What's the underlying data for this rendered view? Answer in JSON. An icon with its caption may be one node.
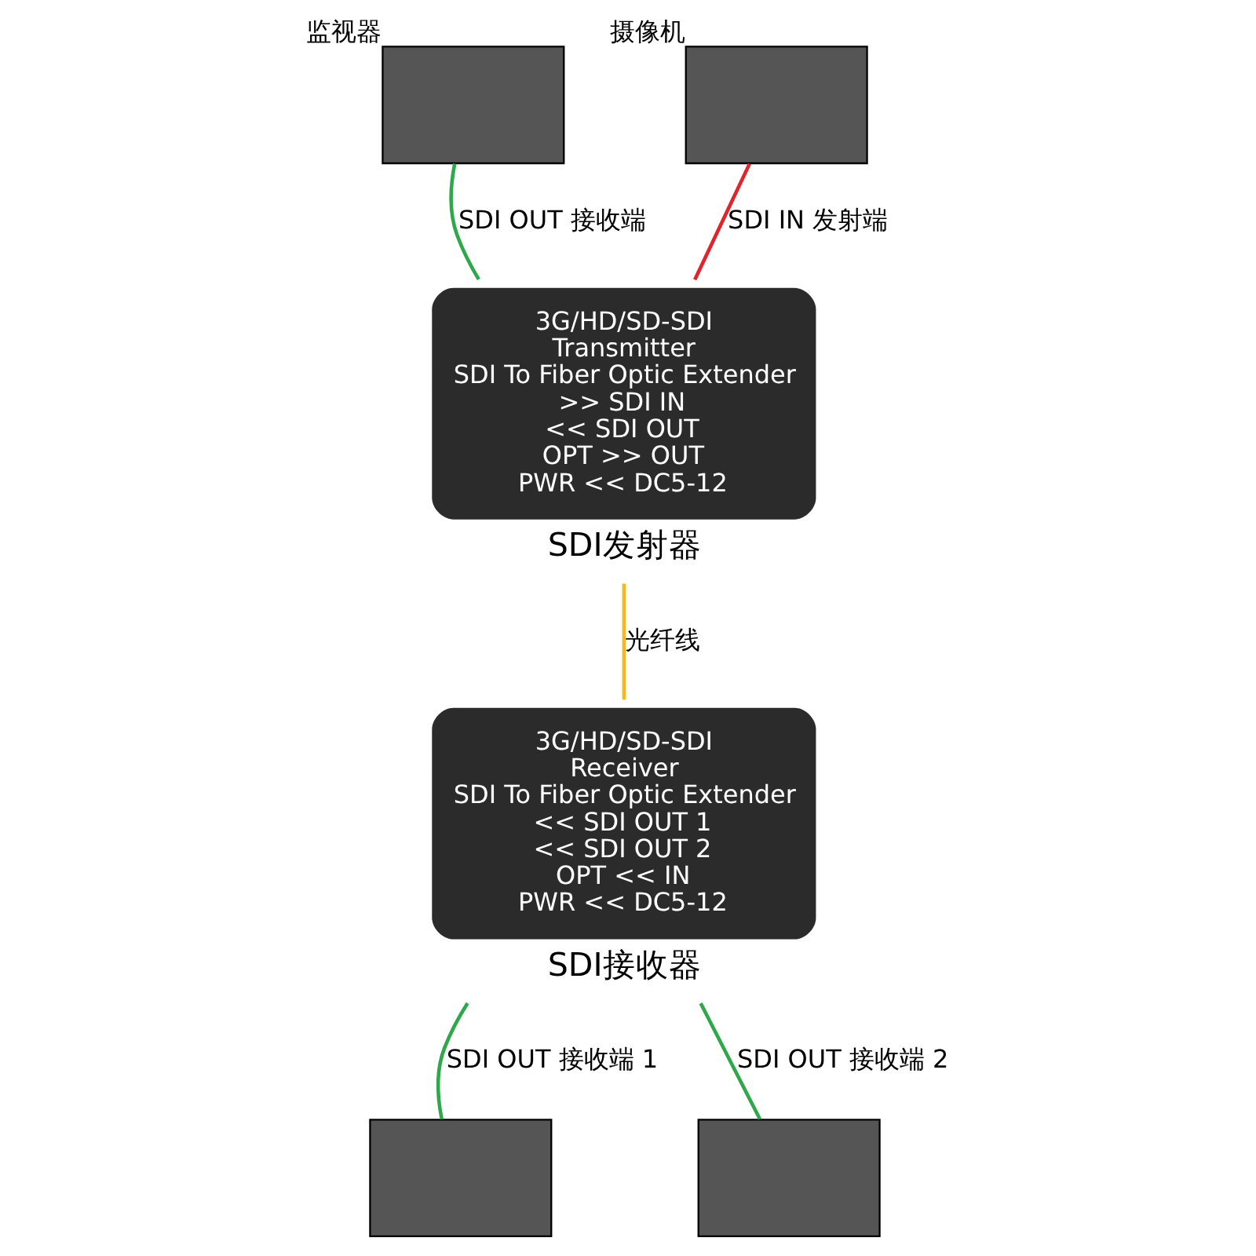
{
  "diagram": {
    "nodes": [
      {
        "text": [],
        "shape": "box",
        "beside": [
          "监视器"
        ]
      },
      {
        "text": [],
        "shape": "box",
        "beside": [
          "摄像机"
        ]
      },
      {
        "text": [
          "3G/HD/SD-SDI",
          "Transmitter",
          "SDI To Fiber Optic Extender",
          ">> SDI IN",
          "<< SDI OUT",
          "OPT >> OUT",
          "PWR << DC5-12"
        ],
        "beside": [
          "SDI发射器"
        ]
      },
      {
        "text": [
          "3G/HD/SD-SDI",
          "Receiver",
          "SDI To Fiber Optic Extender",
          "<< SDI OUT 1",
          "<< SDI OUT 2",
          "OPT << IN",
          "PWR << DC5-12"
        ],
        "beside": [
          "SDI接收器"
        ]
      },
      {
        "text": [],
        "shape": "box"
      },
      {
        "text": [],
        "shape": "box"
      }
    ],
    "edges": [
      {
        "from": 1,
        "to": 2,
        "arrow": "none",
        "label": "SDI IN 发射端",
        "color": "#e0242b"
      },
      {
        "from": 2,
        "to": 0,
        "arrow": "none",
        "label": "SDI OUT 接收端",
        "color": "#2ea84a"
      },
      {
        "from": 2,
        "to": 3,
        "arrow": "none",
        "label": "光纤线",
        "color": "#f5b820"
      },
      {
        "from": 3,
        "to": 4,
        "arrow": "none",
        "label": "SDI OUT 接收端 1",
        "color": "#2ea84a"
      },
      {
        "from": 3,
        "to": 5,
        "arrow": "none",
        "label": "SDI OUT 接收端 2",
        "color": "#2ea84a"
      }
    ]
  }
}
